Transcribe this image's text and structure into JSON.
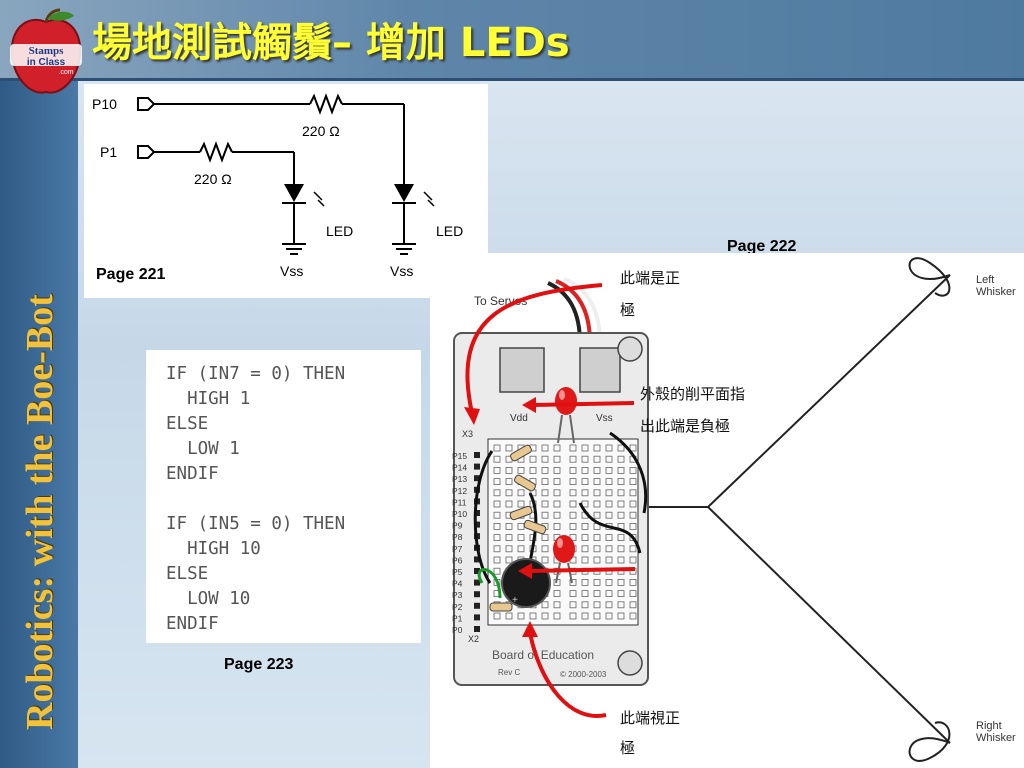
{
  "title": "場地測試觸鬚– 增加 LEDs",
  "sidebar_title": "Robotics: with the Boe-Bot",
  "logo": {
    "text_top": "Stamps",
    "text_mid": "in Class",
    "text_small": ".com"
  },
  "schematic": {
    "pin_p10": "P10",
    "pin_p1": "P1",
    "res_top": "220 Ω",
    "res_bottom": "220 Ω",
    "led_left": "LED",
    "led_right": "LED",
    "vss_left": "Vss",
    "vss_right": "Vss",
    "page": "Page 221"
  },
  "code": {
    "lines": "IF (IN7 = 0) THEN\n  HIGH 1\nELSE\n  LOW 1\nENDIF\n\nIF (IN5 = 0) THEN\n  HIGH 10\nELSE\n  LOW 10\nENDIF",
    "page": "Page 223"
  },
  "board": {
    "page": "Page 222",
    "to_servos": "To Servos",
    "left_whisker": "Left\nWhisker",
    "right_whisker": "Right\nWhisker",
    "vdd": "Vdd",
    "vss": "Vss",
    "board_name": "Board of Education",
    "rev": "Rev C",
    "copyright": "© 2000-2003",
    "note_pos_line1": "此端是正",
    "note_pos_line2": "極",
    "note_flat_line1": "外殼的削平面指",
    "note_flat_line2": "出此端是負極",
    "note_view_line1": "此端視正",
    "note_view_line2": "極",
    "pins": [
      "P15",
      "P14",
      "P13",
      "P12",
      "P11",
      "P10",
      "P9",
      "P8",
      "P7",
      "P6",
      "P5",
      "P4",
      "P3",
      "P2",
      "P1",
      "P0"
    ],
    "x3": "X3",
    "x2": "X2"
  },
  "colors": {
    "title": "#ffff33",
    "sidebar_text": "#f2c23a",
    "arrow": "#e01010"
  }
}
